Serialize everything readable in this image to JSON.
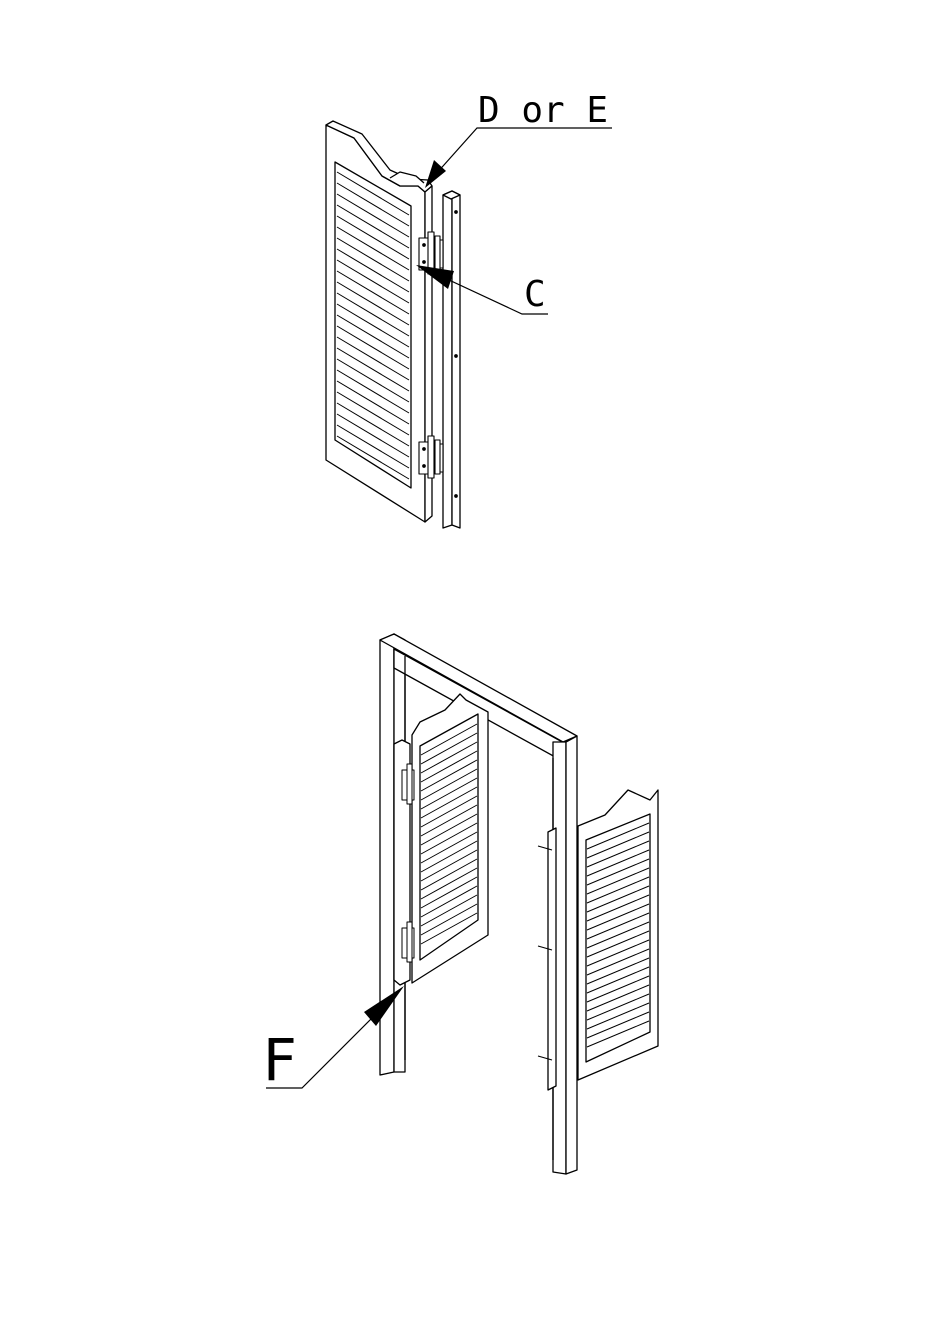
{
  "figure_top": {
    "label_d_or_e": "D or E",
    "label_c": "C"
  },
  "figure_bottom": {
    "label_f": "F"
  },
  "colors": {
    "line": "#000000",
    "background": "#ffffff"
  }
}
